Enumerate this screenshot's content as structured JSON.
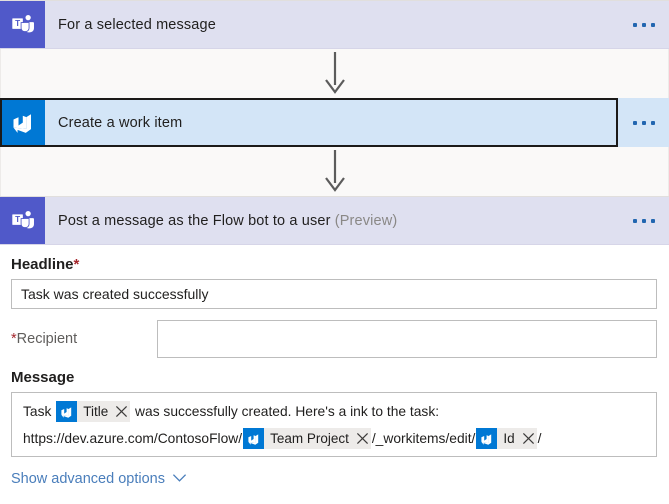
{
  "cards": [
    {
      "icon": "microsoft-teams-icon",
      "title": "For a selected message",
      "suffix": "",
      "menu": "more-commands-icon",
      "selected": false
    },
    {
      "icon": "azure-devops-icon",
      "title": "Create a work item",
      "suffix": "",
      "menu": "more-commands-icon",
      "selected": true
    },
    {
      "icon": "microsoft-teams-icon",
      "title": "Post a message as the Flow bot to a user",
      "suffix": "(Preview)",
      "menu": "more-commands-icon",
      "selected": false
    }
  ],
  "form": {
    "headline": {
      "label": "Headline",
      "required_mark": "*",
      "value": "Task was created successfully",
      "placeholder": ""
    },
    "recipient": {
      "required_mark": "*",
      "label": "Recipient",
      "value": "",
      "placeholder": ""
    },
    "message": {
      "label": "Message",
      "line1": [
        {
          "type": "text",
          "value": "Task "
        },
        {
          "type": "chip",
          "label": "Title",
          "icon": "azure-devops-icon",
          "remove": "remove-token-icon"
        },
        {
          "type": "text",
          "value": " was successfully created. Here's a ink to the task:"
        }
      ],
      "line2": [
        {
          "type": "text",
          "value": "https://dev.azure.com/ContosoFlow/"
        },
        {
          "type": "chip",
          "label": "Team Project",
          "icon": "azure-devops-icon",
          "remove": "remove-token-icon"
        },
        {
          "type": "text",
          "value": "/_workitems/edit/"
        },
        {
          "type": "chip",
          "label": "Id",
          "icon": "azure-devops-icon",
          "remove": "remove-token-icon"
        },
        {
          "type": "text",
          "value": "/"
        }
      ]
    },
    "advanced_options": {
      "label": "Show advanced options",
      "chevron": "chevron-down-icon"
    }
  },
  "colors": {
    "teams_purple": "#5059c9",
    "devops_blue": "#0078d4",
    "card_header_bg": "#dfe0f0",
    "card_selected_bg": "#d3e5f7",
    "link_blue": "#4a7ebb",
    "required_red": "#a4262c",
    "connector_gray": "#5c5c5c"
  }
}
